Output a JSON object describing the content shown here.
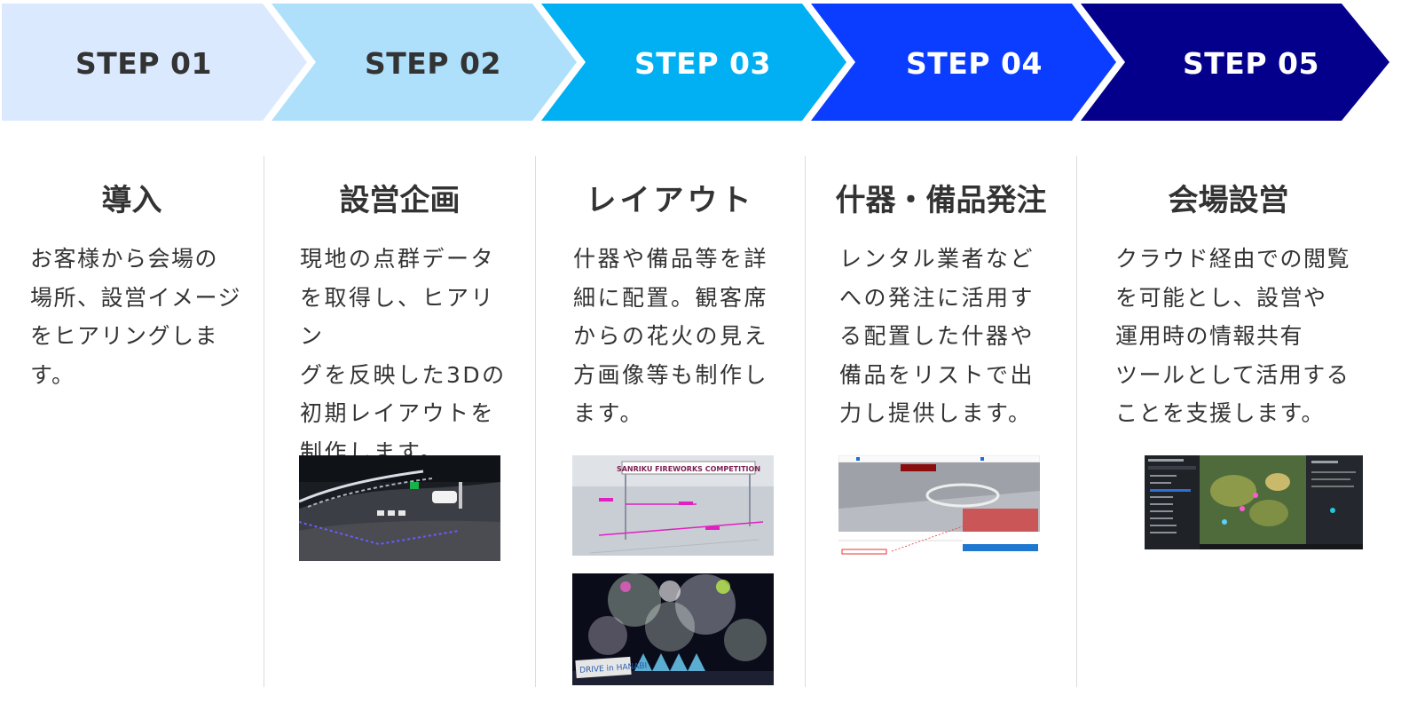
{
  "steps": [
    {
      "label": "STEP 01",
      "color": "#dbe9ff",
      "text_color": "#333333"
    },
    {
      "label": "STEP 02",
      "color": "#aee0fb",
      "text_color": "#333333"
    },
    {
      "label": "STEP 03",
      "color": "#00b0f2",
      "text_color": "#ffffff"
    },
    {
      "label": "STEP 04",
      "color": "#0a3dff",
      "text_color": "#ffffff"
    },
    {
      "label": "STEP 05",
      "color": "#05008c",
      "text_color": "#ffffff"
    }
  ],
  "columns": [
    {
      "title": "導入",
      "description": "お客様から会場の\n場所、設営イメージ\nをヒアリングします。"
    },
    {
      "title": "設営企画",
      "description": "現地の点群データ\nを取得し、ヒアリン\nグを反映した3Dの\n初期レイアウトを\n制作します。"
    },
    {
      "title": "レイアウト",
      "description": "什器や備品等を詳\n細に配置。観客席\nからの花火の見え\n方画像等も制作し\nます。"
    },
    {
      "title": "什器・備品発注",
      "description": "レンタル業者など\nへの発注に活用す\nる配置した什器や\n備品をリストで出\n力し提供します。"
    },
    {
      "title": "会場設営",
      "description": "クラウド経由での閲覧\nを可能とし、設営や\n運用時の情報共有\nツールとして活用する\nことを支援します。"
    }
  ],
  "images": {
    "fireworks_banner": "SANRIKU FIREWORKS COMPETITION",
    "drive_sign": "DRIVE in HANABI"
  }
}
